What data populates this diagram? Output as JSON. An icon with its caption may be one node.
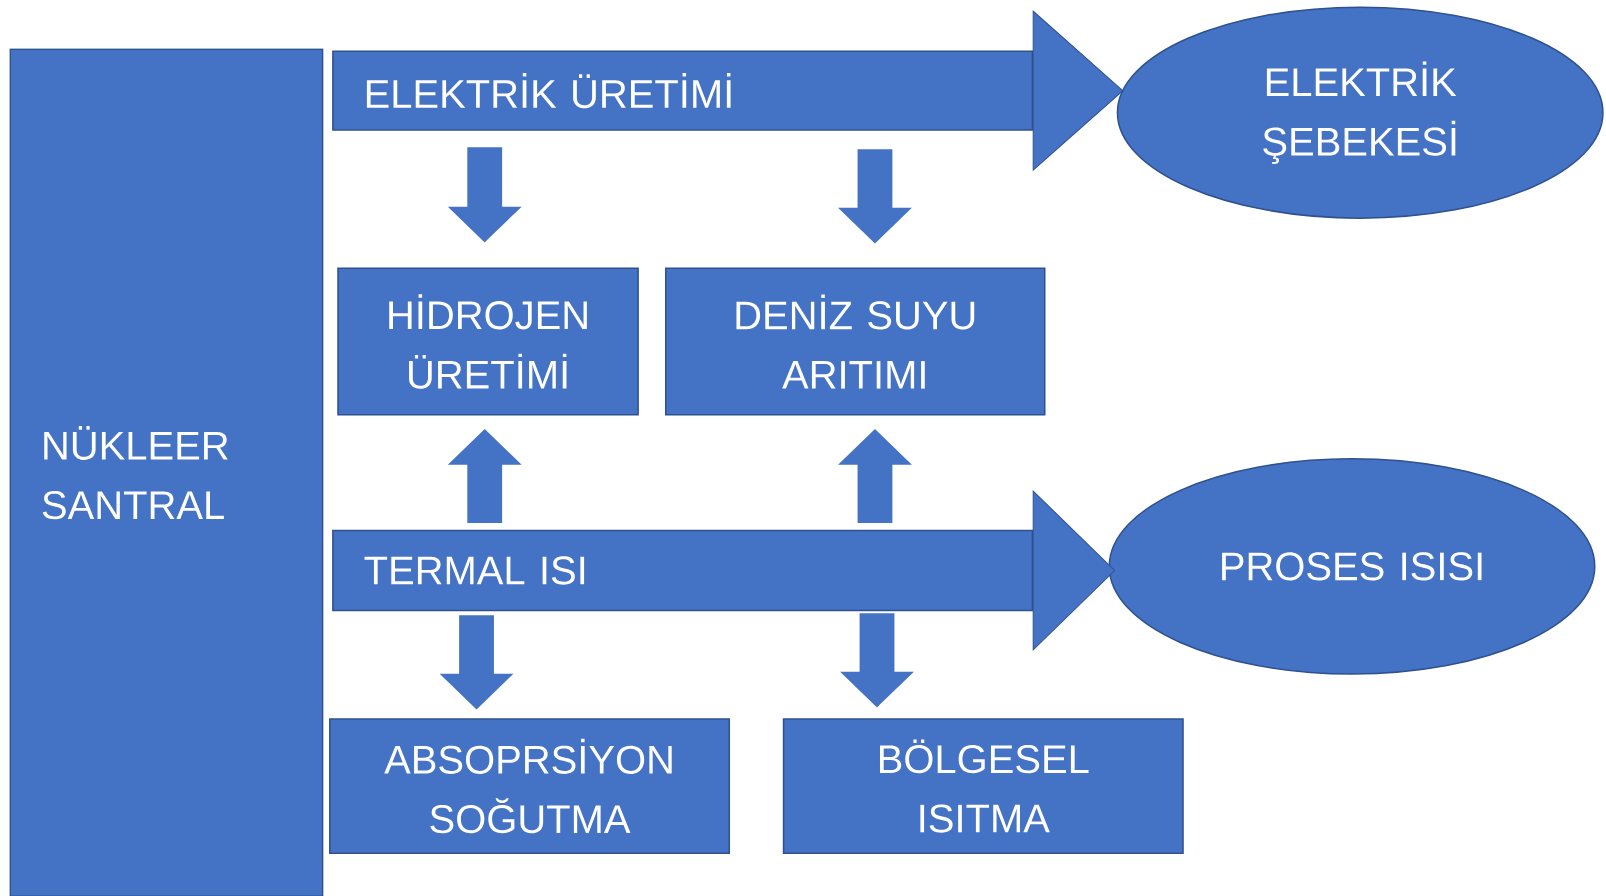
{
  "diagram": {
    "nodes": [
      {
        "text": [
          "NÜKLEER SANTRAL"
        ]
      },
      {
        "text": [
          "ELEKTRİK ÜRETİMİ"
        ]
      },
      {
        "text": [
          "ELEKTRİK ŞEBEKESİ"
        ]
      },
      {
        "text": [
          "HİDROJEN ÜRETİMİ"
        ]
      },
      {
        "text": [
          "DENİZ SUYU ARITIMI"
        ]
      },
      {
        "text": [
          "TERMAL ISI"
        ]
      },
      {
        "text": [
          "PROSES ISISI"
        ]
      },
      {
        "text": [
          "ABSOPRSİYON SOĞUTMA"
        ]
      },
      {
        "text": [
          "BÖLGESEL ISITMA"
        ]
      }
    ],
    "edges": [
      {
        "from": 1,
        "to": 2,
        "arrow": "to"
      },
      {
        "from": 1,
        "to": 3,
        "arrow": "to"
      },
      {
        "from": 1,
        "to": 4,
        "arrow": "to"
      },
      {
        "from": 5,
        "to": 3,
        "arrow": "to"
      },
      {
        "from": 5,
        "to": 4,
        "arrow": "to"
      },
      {
        "from": 5,
        "to": 6,
        "arrow": "to"
      },
      {
        "from": 5,
        "to": 7,
        "arrow": "to"
      },
      {
        "from": 5,
        "to": 8,
        "arrow": "to"
      }
    ]
  }
}
